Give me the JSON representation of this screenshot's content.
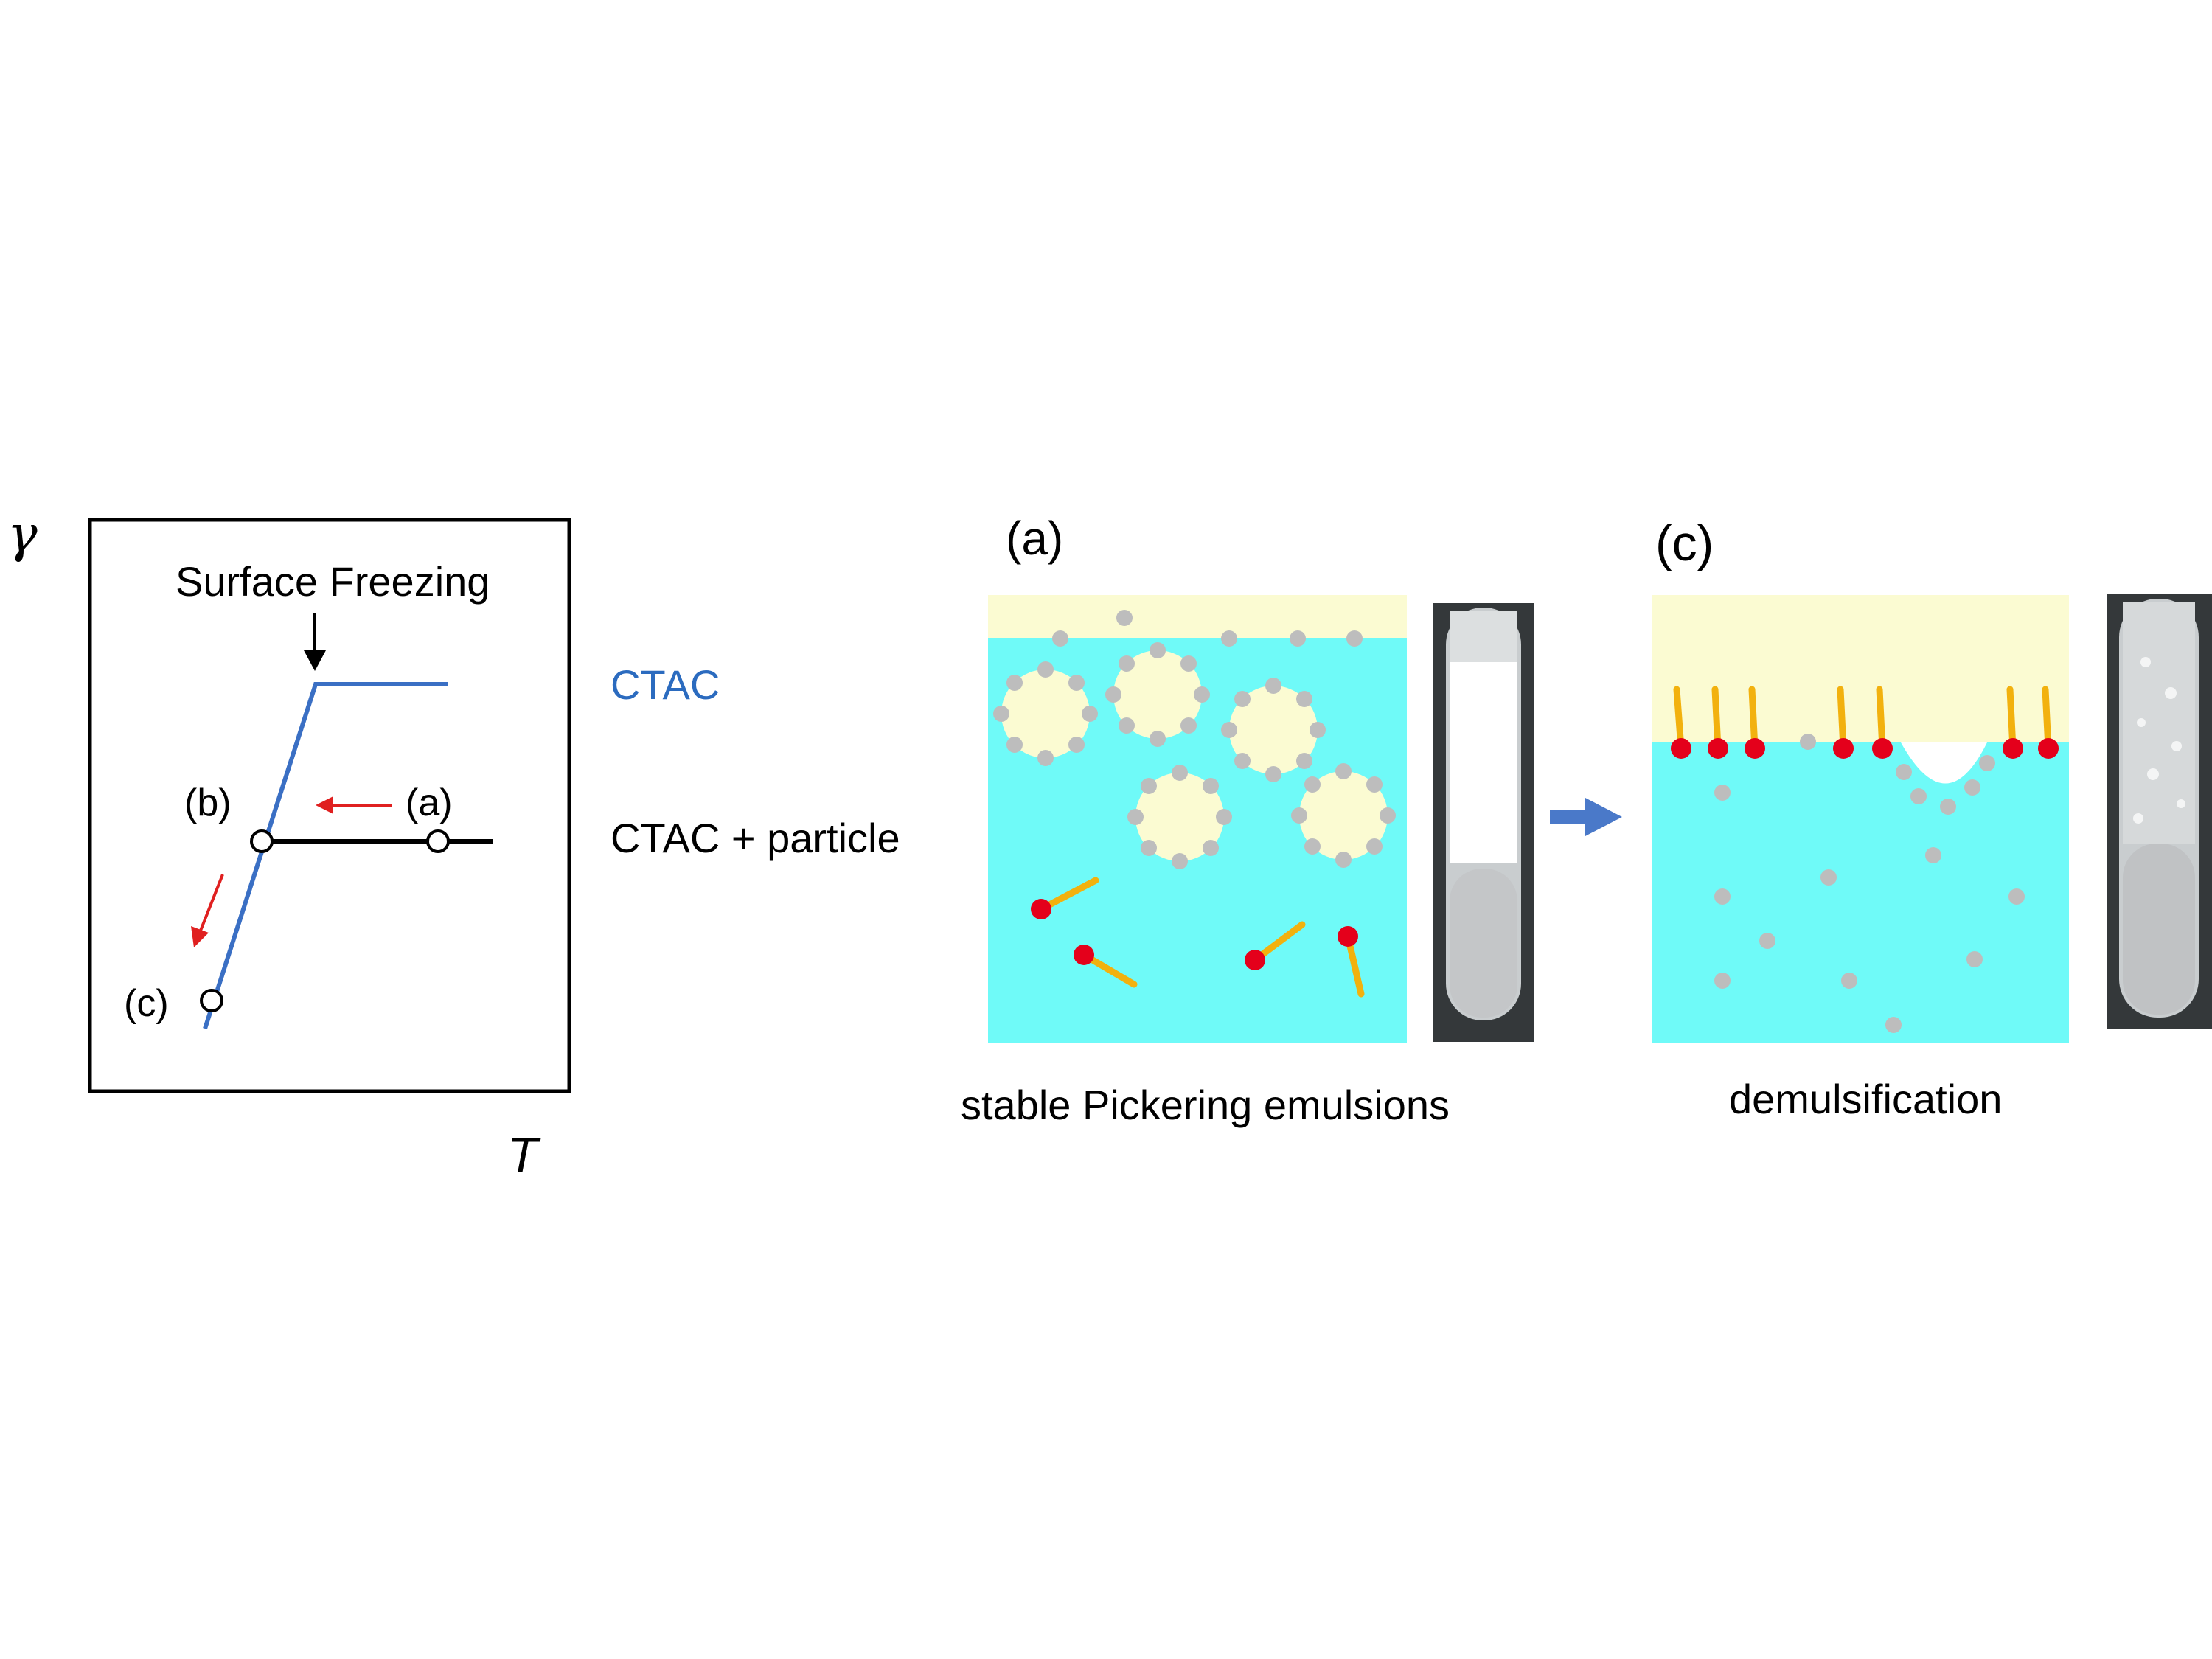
{
  "colors": {
    "blue_line": "#3a6fc4",
    "ctac_text": "#2b6bbf",
    "red_arrow": "#e02020",
    "oil": "#fbfbd2",
    "water": "#6ffaf8",
    "particle": "#bdbdbd",
    "head": "#e4001b",
    "tail": "#f2b10e",
    "process_arrow": "#4a79c9"
  },
  "plot": {
    "y_symbol": "γ",
    "x_symbol": "T",
    "annotation": "Surface Freezing",
    "points": [
      "(a)",
      "(b)",
      "(c)"
    ]
  },
  "legend": {
    "ctac": "CTAC",
    "ctac_particle": "CTAC + particle"
  },
  "panel_a": {
    "label": "(a)",
    "caption": "stable Pickering emulsions"
  },
  "panel_c": {
    "label": "(c)",
    "caption": "demulsification"
  }
}
